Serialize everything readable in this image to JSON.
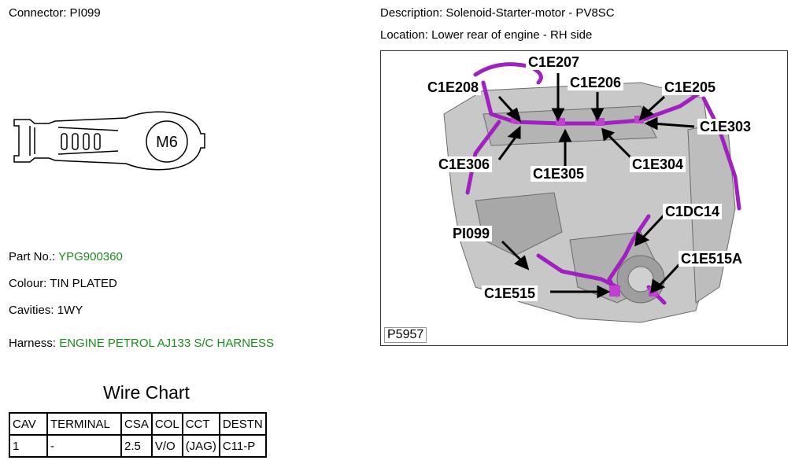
{
  "header": {
    "connector_label": "Connector:",
    "connector_value": "PI099",
    "description_label": "Description:",
    "description_value": "Solenoid-Starter-motor - PV8SC",
    "location_label": "Location:",
    "location_value": "Lower rear of engine - RH side"
  },
  "connector_drawing": {
    "stud_label": "M6"
  },
  "details": {
    "part_label": "Part No.:",
    "part_value": "YPG900360",
    "colour_label": "Colour:",
    "colour_value": "TIN PLATED",
    "cavities_label": "Cavities:",
    "cavities_value": "1WY",
    "harness_label": "Harness:",
    "harness_value": "ENGINE PETROL AJ133 S/C HARNESS"
  },
  "figure": {
    "callouts": [
      "C1E207",
      "C1E208",
      "C1E206",
      "C1E205",
      "C1E303",
      "C1E306",
      "C1E305",
      "C1E304",
      "C1DC14",
      "PI099",
      "C1E515A",
      "C1E515"
    ],
    "figure_id": "P5957"
  },
  "wire_chart": {
    "title": "Wire Chart",
    "headers": [
      "CAV",
      "TERMINAL",
      "CSA",
      "COL",
      "CCT",
      "DESTN"
    ],
    "rows": [
      [
        "1",
        "-",
        "2.5",
        "V/O",
        "(JAG)",
        "C11-P"
      ]
    ]
  },
  "colors": {
    "link_green": "#1a8c1a",
    "harness_purple": "#a020c0"
  }
}
